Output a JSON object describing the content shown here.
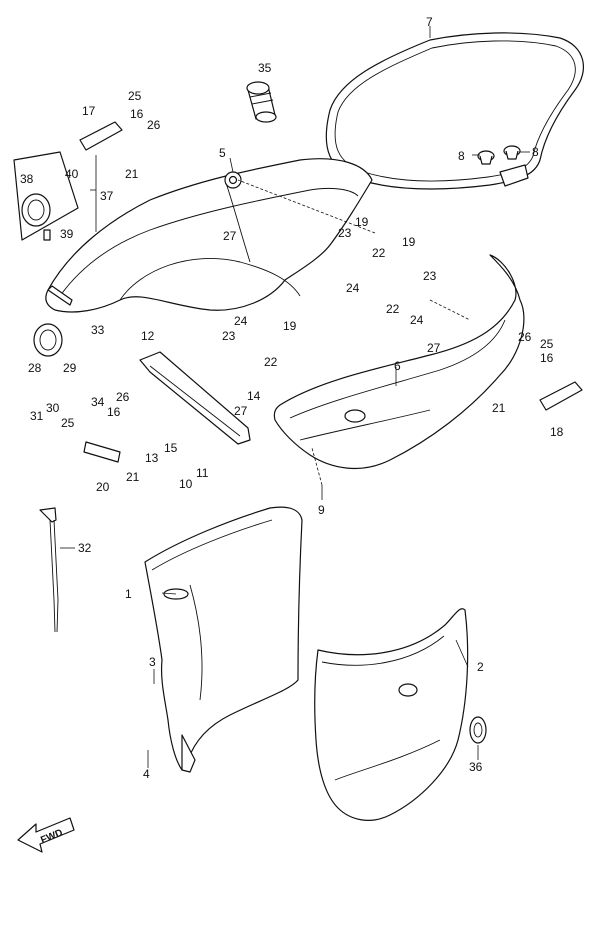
{
  "callouts": {
    "c1": "1",
    "c2": "2",
    "c3": "3",
    "c4": "4",
    "c5": "5",
    "c6": "6",
    "c7": "7",
    "c8a": "8",
    "c8b": "8",
    "c9": "9",
    "c10": "10",
    "c11": "11",
    "c12": "12",
    "c13": "13",
    "c14": "14",
    "c15": "15",
    "c16a": "16",
    "c16b": "16",
    "c16c": "16",
    "c17": "17",
    "c18": "18",
    "c19a": "19",
    "c19b": "19",
    "c19c": "19",
    "c20": "20",
    "c21a": "21",
    "c21b": "21",
    "c21c": "21",
    "c22a": "22",
    "c22b": "22",
    "c22c": "22",
    "c23a": "23",
    "c23b": "23",
    "c23c": "23",
    "c24a": "24",
    "c24b": "24",
    "c24c": "24",
    "c25a": "25",
    "c25b": "25",
    "c25c": "25",
    "c26a": "26",
    "c26b": "26",
    "c26c": "26",
    "c27a": "27",
    "c27b": "27",
    "c27c": "27",
    "c28": "28",
    "c29": "29",
    "c30": "30",
    "c31": "31",
    "c32": "32",
    "c33": "33",
    "c34": "34",
    "c35": "35",
    "c36": "36",
    "c37": "37",
    "c38": "38",
    "c39": "39",
    "c40": "40"
  },
  "fwd_label": "FWD"
}
